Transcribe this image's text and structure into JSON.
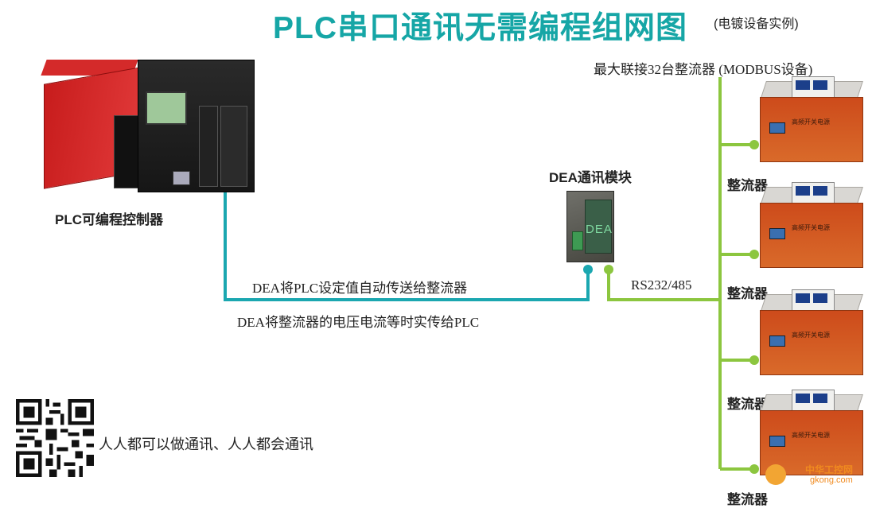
{
  "title": "PLC串口通讯无需编程组网图",
  "subtitle": "(电镀设备实例)",
  "labels": {
    "plc": "PLC可编程控制器",
    "dea_module": "DEA通讯模块",
    "dea_face": "DEA",
    "max_connect": "最大联接32台整流器 (MODBUS设备)",
    "flow1": "DEA将PLC设定值自动传送给整流器",
    "flow2": "DEA将整流器的电压电流等时实传给PLC",
    "rs": "RS232/485",
    "slogan": "人人都可以做通讯、人人都会通讯"
  },
  "rectifiers": [
    {
      "label": "整流器",
      "plate": "高频开关电源"
    },
    {
      "label": "整流器",
      "plate": "高频开关电源"
    },
    {
      "label": "整流器",
      "plate": "高频开关电源"
    },
    {
      "label": "整流器",
      "plate": "高频开关电源"
    }
  ],
  "watermark": {
    "line1": "中华工控网",
    "line2": "gkong.com"
  },
  "colors": {
    "title": "#16a6a6",
    "plc_link": "#1ba7b0",
    "bus_link": "#8cc63f"
  }
}
